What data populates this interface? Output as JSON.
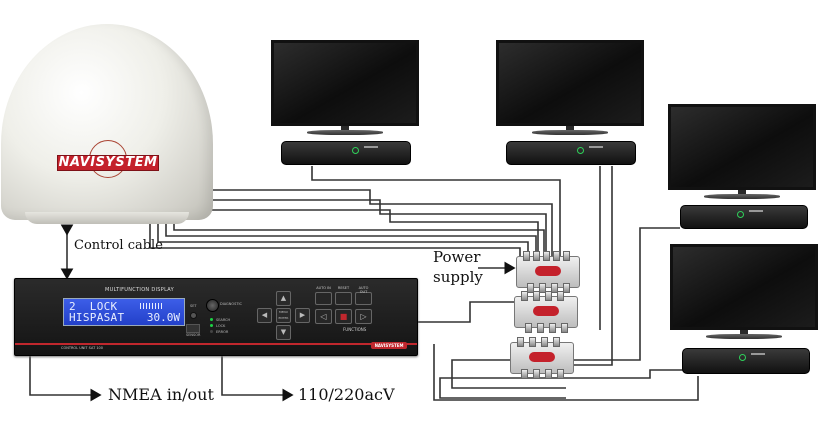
{
  "labels": {
    "control_cable": "Control cable",
    "power_supply_line1": "Power",
    "power_supply_line2": "supply",
    "nmea": "NMEA in/out",
    "voltage": "110/220acV"
  },
  "dome": {
    "brand": "NAVISYSTEM"
  },
  "control_unit": {
    "title": "MULTIFUNCTION DISPLAY",
    "lcd_line1": "2  LOCK",
    "lcd_line2_left": "HISPASAT",
    "lcd_line2_right": "30.0W",
    "set_label": "SET",
    "diagnostic_label": "DIAGNOSTIC",
    "sensor_label": "SENSOR",
    "search_label": "SEARCH",
    "lock_label": "LOCK",
    "error_label": "ERROR",
    "menu_enter": "MENU ENTER",
    "f_buttons": [
      "AUTO IN",
      "RESET",
      "AUTO OUT"
    ],
    "functions_label": "FUNCTIONS",
    "model": "CONTROL UNIT SAT 100",
    "logo": "NAVISYSTEM"
  },
  "colors": {
    "cable": "#333333",
    "lcd": "#2f4fdc",
    "brand_red": "#c4212b"
  }
}
